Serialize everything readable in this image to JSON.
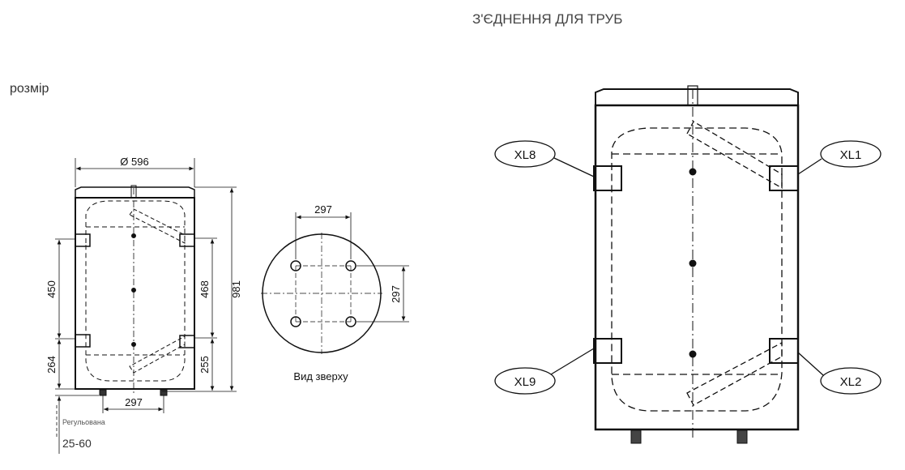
{
  "left_section": {
    "title": "розмір"
  },
  "right_section": {
    "title": "З'ЄДНЕННЯ ДЛЯ ТРУБ"
  },
  "side_view": {
    "diameter": "Ø 596",
    "height_total": "981",
    "dim_468": "468",
    "dim_255": "255",
    "dim_450": "450",
    "dim_264": "264",
    "feet_spacing": "297",
    "adjustable_label": "Регульована",
    "adjustable_range": "25-60"
  },
  "top_view": {
    "dim_horizontal": "297",
    "dim_vertical": "297",
    "caption": "Вид зверху"
  },
  "connections": {
    "xl8": "XL8",
    "xl1": "XL1",
    "xl9": "XL9",
    "xl2": "XL2"
  }
}
